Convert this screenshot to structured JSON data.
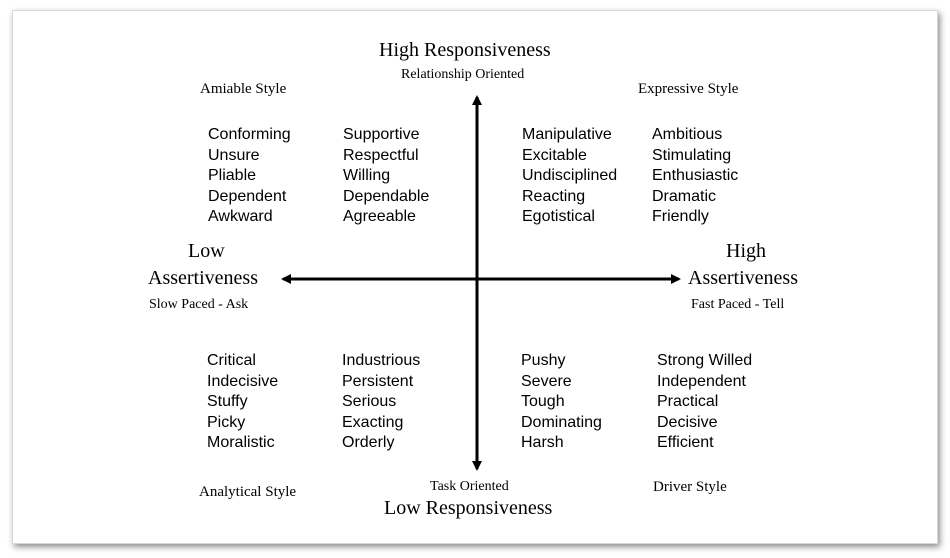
{
  "axes": {
    "top_title": "High Responsiveness",
    "top_sub": "Relationship Oriented",
    "bottom_title": "Low Responsiveness",
    "bottom_sub": "Task Oriented",
    "left_title_line1": "Low",
    "left_title_line2": "Assertiveness",
    "left_sub": "Slow Paced - Ask",
    "right_title_line1": "High",
    "right_title_line2": "Assertiveness",
    "right_sub": "Fast Paced - Tell"
  },
  "styles": {
    "amiable": "Amiable Style",
    "expressive": "Expressive Style",
    "analytical": "Analytical Style",
    "driver": "Driver Style"
  },
  "quadrants": {
    "amiable": {
      "col1": [
        "Conforming",
        "Unsure",
        "Pliable",
        "Dependent",
        "Awkward"
      ],
      "col2": [
        "Supportive",
        "Respectful",
        "Willing",
        "Dependable",
        "Agreeable"
      ]
    },
    "expressive": {
      "col1": [
        "Manipulative",
        "Excitable",
        "Undisciplined",
        "Reacting",
        "Egotistical"
      ],
      "col2": [
        "Ambitious",
        "Stimulating",
        "Enthusiastic",
        "Dramatic",
        "Friendly"
      ]
    },
    "analytical": {
      "col1": [
        "Critical",
        "Indecisive",
        "Stuffy",
        "Picky",
        "Moralistic"
      ],
      "col2": [
        "Industrious",
        "Persistent",
        "Serious",
        "Exacting",
        "Orderly"
      ]
    },
    "driver": {
      "col1": [
        "Pushy",
        "Severe",
        "Tough",
        "Dominating",
        "Harsh"
      ],
      "col2": [
        "Strong Willed",
        "Independent",
        "Practical",
        "Decisive",
        "Efficient"
      ]
    }
  }
}
